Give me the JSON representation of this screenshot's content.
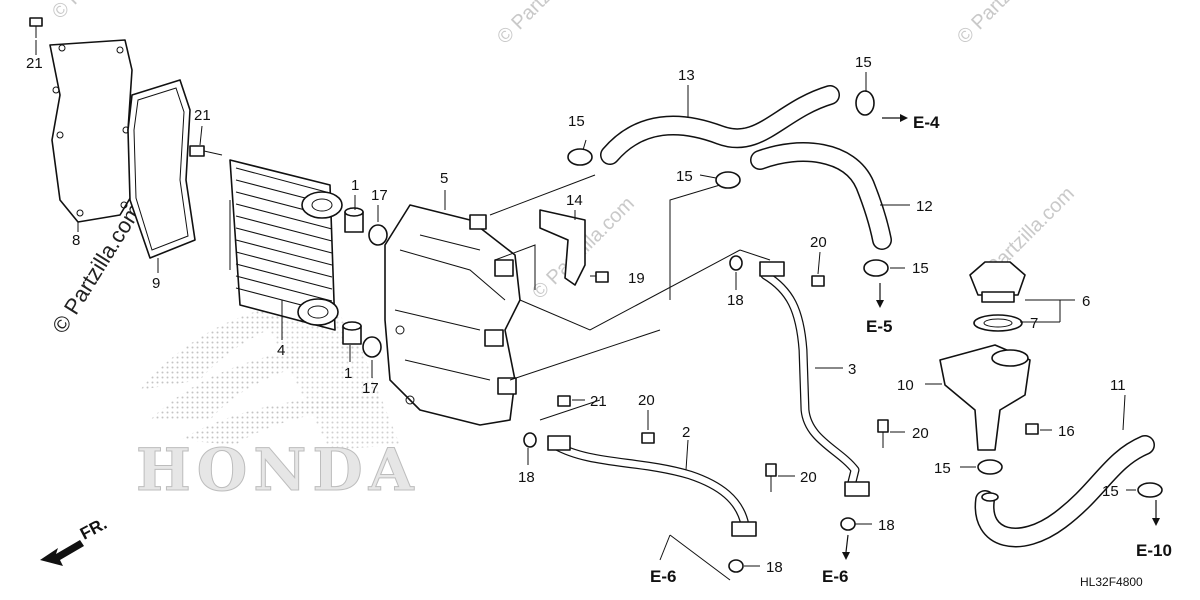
{
  "diagram": {
    "code": "HL32F4800",
    "watermark_main": "© Partzilla.com",
    "watermark_small": "© Partzilla.com",
    "brand": "HONDA",
    "direction_label": "FR.",
    "parts": [
      {
        "id": "p21a",
        "text": "21"
      },
      {
        "id": "p8",
        "text": "8"
      },
      {
        "id": "p9",
        "text": "9"
      },
      {
        "id": "p21b",
        "text": "21"
      },
      {
        "id": "p4",
        "text": "4"
      },
      {
        "id": "p1a",
        "text": "1"
      },
      {
        "id": "p17a",
        "text": "17"
      },
      {
        "id": "p1b",
        "text": "1"
      },
      {
        "id": "p17b",
        "text": "17"
      },
      {
        "id": "p5",
        "text": "5"
      },
      {
        "id": "p14",
        "text": "14"
      },
      {
        "id": "p19",
        "text": "19"
      },
      {
        "id": "p15a",
        "text": "15"
      },
      {
        "id": "p13",
        "text": "13"
      },
      {
        "id": "p15b",
        "text": "15"
      },
      {
        "id": "p15c",
        "text": "15"
      },
      {
        "id": "p12",
        "text": "12"
      },
      {
        "id": "p20a",
        "text": "20"
      },
      {
        "id": "p18a",
        "text": "18"
      },
      {
        "id": "p15d",
        "text": "15"
      },
      {
        "id": "p3",
        "text": "3"
      },
      {
        "id": "p21c",
        "text": "21"
      },
      {
        "id": "p20b",
        "text": "20"
      },
      {
        "id": "p2",
        "text": "2"
      },
      {
        "id": "p18b",
        "text": "18"
      },
      {
        "id": "p20c",
        "text": "20"
      },
      {
        "id": "p20d",
        "text": "20"
      },
      {
        "id": "p18c",
        "text": "18"
      },
      {
        "id": "p18d",
        "text": "18"
      },
      {
        "id": "p6",
        "text": "6"
      },
      {
        "id": "p7",
        "text": "7"
      },
      {
        "id": "p10",
        "text": "10"
      },
      {
        "id": "p16",
        "text": "16"
      },
      {
        "id": "p11",
        "text": "11"
      },
      {
        "id": "p15e",
        "text": "15"
      },
      {
        "id": "p15f",
        "text": "15"
      }
    ],
    "refs": [
      {
        "id": "e4",
        "text": "E-4"
      },
      {
        "id": "e5",
        "text": "E-5"
      },
      {
        "id": "e6a",
        "text": "E-6"
      },
      {
        "id": "e6b",
        "text": "E-6"
      },
      {
        "id": "e10",
        "text": "E-10"
      }
    ]
  }
}
